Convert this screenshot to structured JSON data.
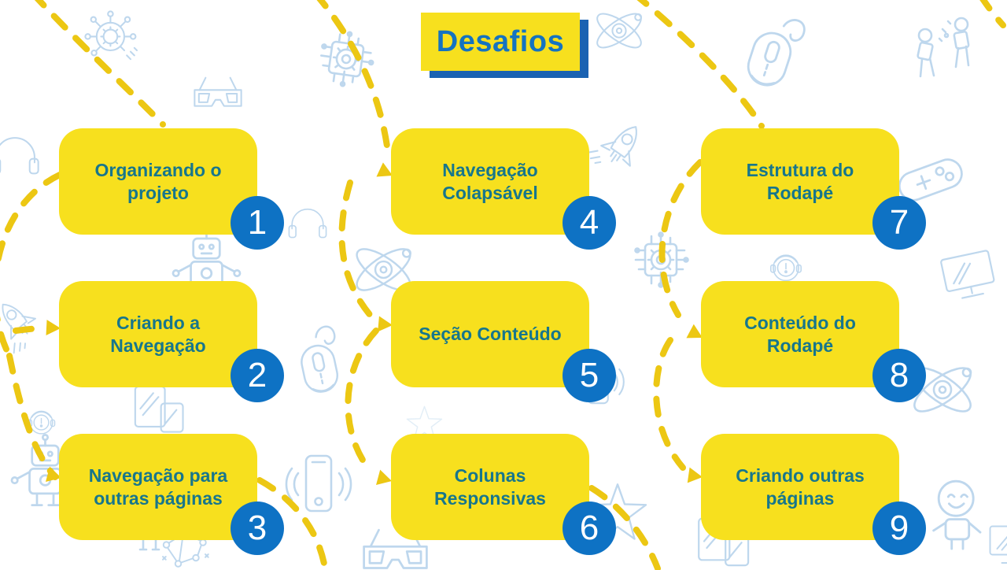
{
  "slide": {
    "title": "Desafios",
    "steps": [
      {
        "number": "1",
        "label": "Organizando o projeto"
      },
      {
        "number": "2",
        "label": "Criando a Navegação"
      },
      {
        "number": "3",
        "label": "Navegação para outras páginas"
      },
      {
        "number": "4",
        "label": "Navegação Colapsável"
      },
      {
        "number": "5",
        "label": "Seção Conteúdo"
      },
      {
        "number": "6",
        "label": "Colunas Responsivas"
      },
      {
        "number": "7",
        "label": "Estrutura do Rodapé"
      },
      {
        "number": "8",
        "label": "Conteúdo do Rodapé"
      },
      {
        "number": "9",
        "label": "Criando outras páginas"
      }
    ],
    "colors": {
      "card_yellow": "#F7E01E",
      "card_text": "#17768C",
      "badge_blue": "#0E72C4",
      "badge_text": "#FFFFFF",
      "title_text": "#1573C0",
      "title_shadow": "#1A62B2",
      "path_yellow": "#ECC713",
      "doodle_blue": "#B9D4EC"
    },
    "background_icons": [
      "virus-icon",
      "3d-glasses-icon",
      "circuit-chip-icon",
      "atom-icon",
      "computer-mouse-icon",
      "people-icon",
      "headphones-icon",
      "robot-icon",
      "rocket-icon",
      "game-controller-icon",
      "support-bot-icon",
      "monitor-icon",
      "devices-icon",
      "smartphone-icon",
      "network-icon",
      "star-icon",
      "vr-glasses-icon",
      "happy-robot-icon",
      "person-icon"
    ]
  }
}
